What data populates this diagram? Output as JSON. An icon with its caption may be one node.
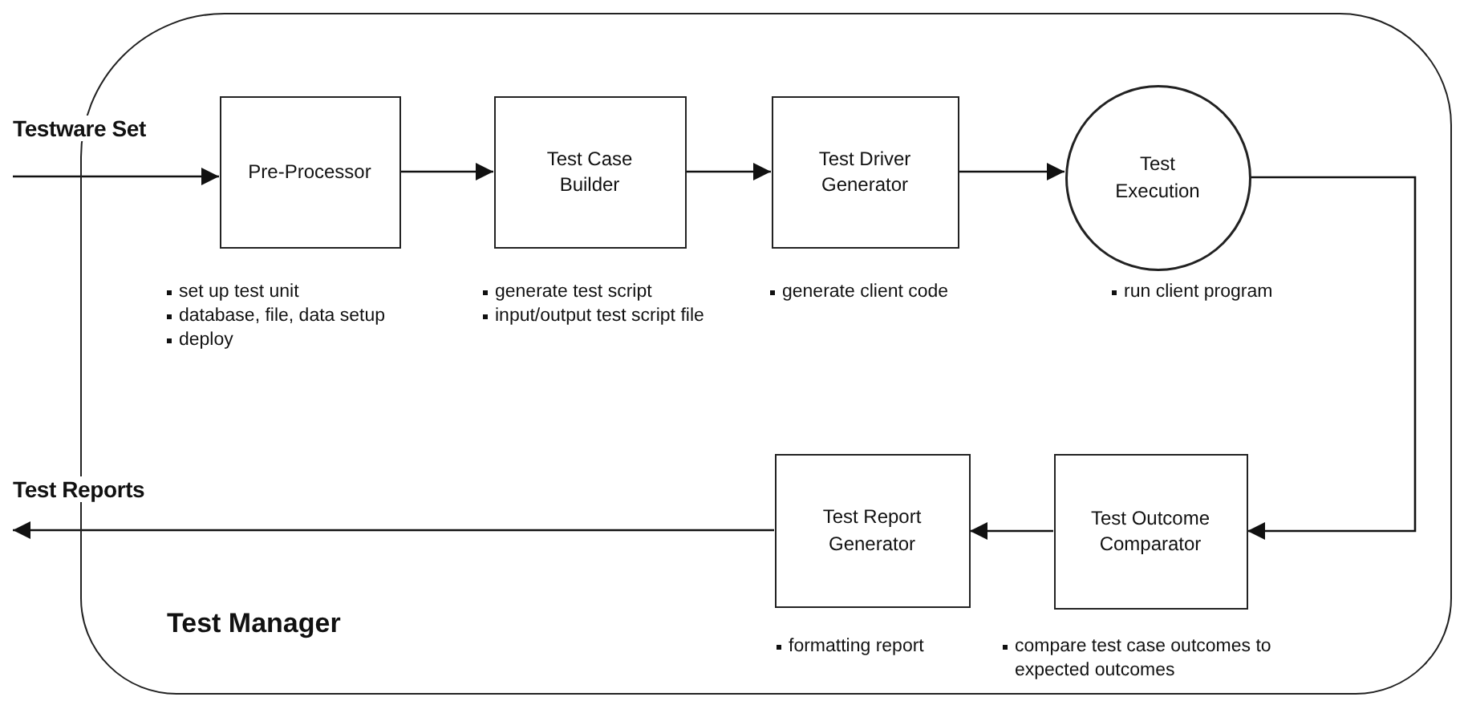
{
  "diagram": {
    "nodes": [
      {
        "text": [
          "Test Manager"
        ]
      },
      {
        "text": [
          "Pre-Processor"
        ],
        "in": 0,
        "beside": [
          "set up test unit",
          "database, file, data setup",
          "deploy"
        ]
      },
      {
        "text": [
          "Test Case Builder"
        ],
        "in": 0,
        "beside": [
          "generate test script",
          "input/output test script file"
        ]
      },
      {
        "text": [
          "Test Driver Generator"
        ],
        "in": 0,
        "beside": [
          "generate client code"
        ]
      },
      {
        "text": [
          "Test Execution"
        ],
        "in": 0,
        "beside": [
          "run client program"
        ]
      },
      {
        "text": [
          "Test Outcome Comparator"
        ],
        "in": 0,
        "beside": [
          "compare test case outcomes to expected outcomes"
        ]
      },
      {
        "text": [
          "Test Report Generator"
        ],
        "in": 0,
        "beside": [
          "formatting report"
        ]
      },
      {
        "text": [
          "Testware Set"
        ]
      },
      {
        "text": [
          "Test Reports"
        ]
      }
    ],
    "edges": [
      {
        "from": 7,
        "to": 1,
        "arrow": "to"
      },
      {
        "from": 1,
        "to": 2,
        "arrow": "to"
      },
      {
        "from": 2,
        "to": 3,
        "arrow": "to"
      },
      {
        "from": 3,
        "to": 4,
        "arrow": "to"
      },
      {
        "from": 4,
        "to": 5,
        "arrow": "to"
      },
      {
        "from": 5,
        "to": 6,
        "arrow": "to"
      },
      {
        "from": 6,
        "to": 8,
        "arrow": "to"
      }
    ]
  }
}
